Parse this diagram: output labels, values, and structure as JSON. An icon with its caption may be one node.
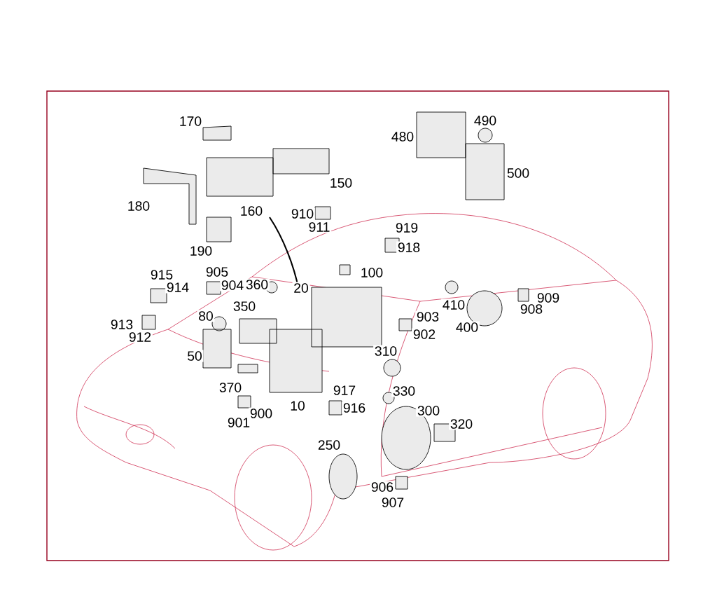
{
  "diagram": {
    "labels": [
      "170",
      "490",
      "480",
      "500",
      "150",
      "180",
      "160",
      "910",
      "911",
      "190",
      "919",
      "918",
      "100",
      "915",
      "905",
      "914",
      "904",
      "360",
      "20",
      "410",
      "909",
      "908",
      "350",
      "80",
      "903",
      "400",
      "913",
      "912",
      "902",
      "50",
      "310",
      "370",
      "917",
      "330",
      "916",
      "10",
      "900",
      "901",
      "300",
      "320",
      "250",
      "906",
      "907"
    ]
  }
}
